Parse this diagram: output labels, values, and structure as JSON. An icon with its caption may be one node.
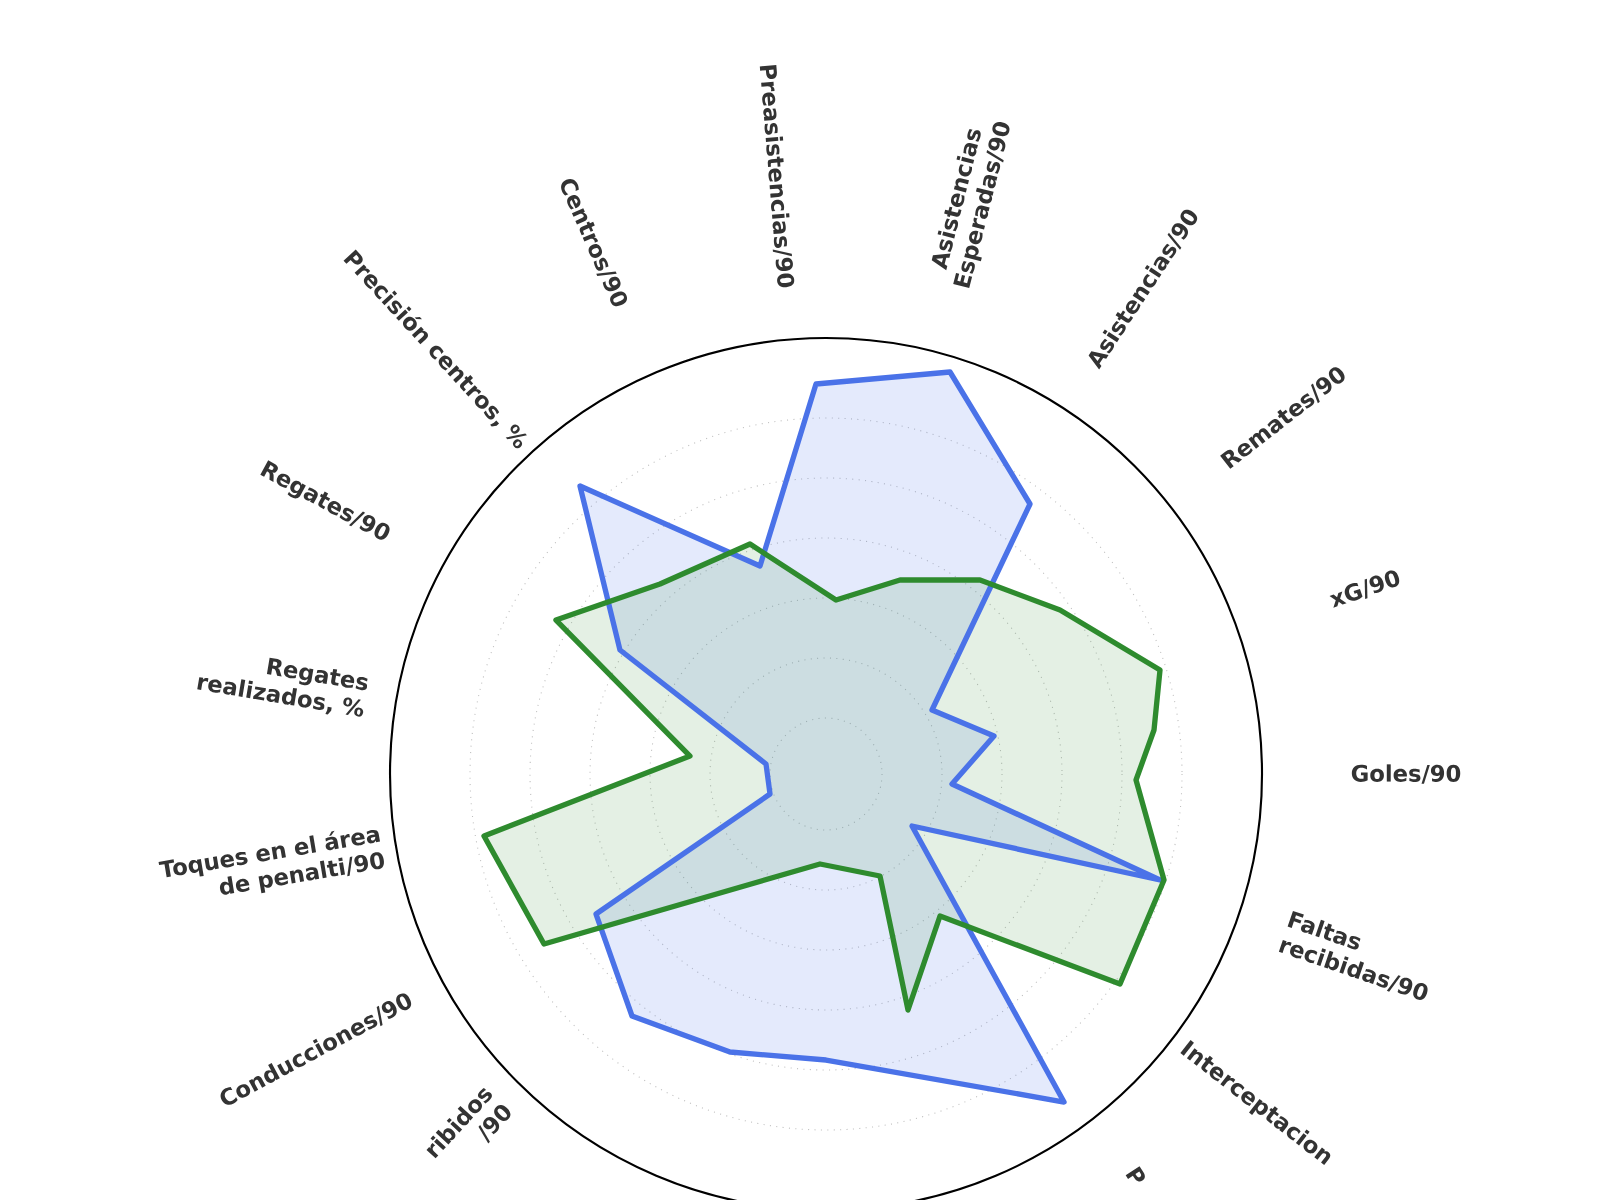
{
  "diagram": {
    "labels": [
      "Preasistencias/90",
      "Asistencias Esperadas/90",
      "Asistencias/90",
      "Remates/90",
      "xG/90",
      "Goles/90",
      "Faltas recibidas/90",
      "Interceptacion",
      "P",
      "ribidos /90",
      "Conducciones/90",
      "Toques en el área de penalti/90",
      "Regates realizados, %",
      "Regates/90",
      "Precisión centros, %",
      "Centros/90"
    ]
  }
}
